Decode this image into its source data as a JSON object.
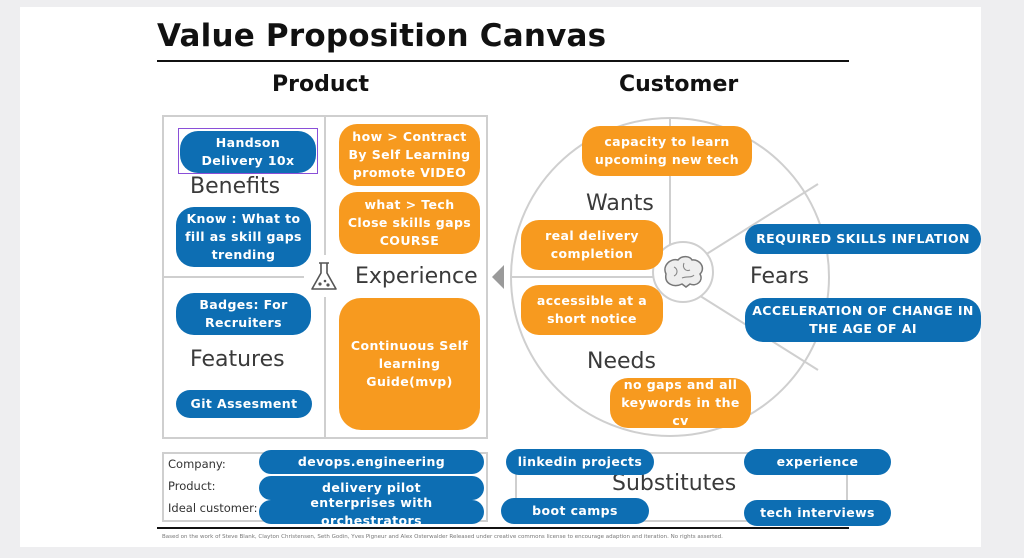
{
  "title": "Value Proposition Canvas",
  "headers": {
    "product": "Product",
    "customer": "Customer"
  },
  "product": {
    "benefits_label": "Benefits",
    "features_label": "Features",
    "experience_label": "Experience",
    "benefits": [
      "Handson Delivery 10x",
      "Know : What to fill as skill gaps trending"
    ],
    "features": [
      "Badges: For Recruiters",
      "Git Assesment"
    ],
    "experience": [
      "how > Contract By Self Learning promote VIDEO",
      "what > Tech Close skills gaps COURSE",
      "Continuous Self learning Guide(mvp)"
    ]
  },
  "customer": {
    "wants_label": "Wants",
    "needs_label": "Needs",
    "fears_label": "Fears",
    "wants": [
      "capacity to learn upcoming new tech",
      "real delivery completion"
    ],
    "needs": [
      "accessible at a short notice",
      "no gaps and all keywords in the cv"
    ],
    "fears": [
      "REQUIRED SKILLS INFLATION",
      "ACCELERATION OF CHANGE IN THE AGE OF AI"
    ]
  },
  "bottom": {
    "company_label": "Company:",
    "product_label": "Product:",
    "ideal_customer_label": "Ideal customer:",
    "company": "devops.engineering",
    "product": "delivery pilot",
    "ideal_customer": "enterprises with orchestrators",
    "substitutes_label": "Substitutes",
    "substitutes": [
      "linkedin projects",
      "experience",
      "boot camps",
      "tech interviews"
    ]
  },
  "footer": "Based on the work of Steve Blank, Clayton Christensen, Seth Godin, Yves Pigneur and Alex Osterwalder Released under creative commons license to encourage adaption and iteration. No rights asserted.",
  "colors": {
    "blue": "#0d6eb3",
    "orange": "#f79a1f",
    "divider": "#cfcfcf"
  },
  "icons": [
    "flask-icon",
    "brain-icon",
    "arrow-left-icon"
  ]
}
